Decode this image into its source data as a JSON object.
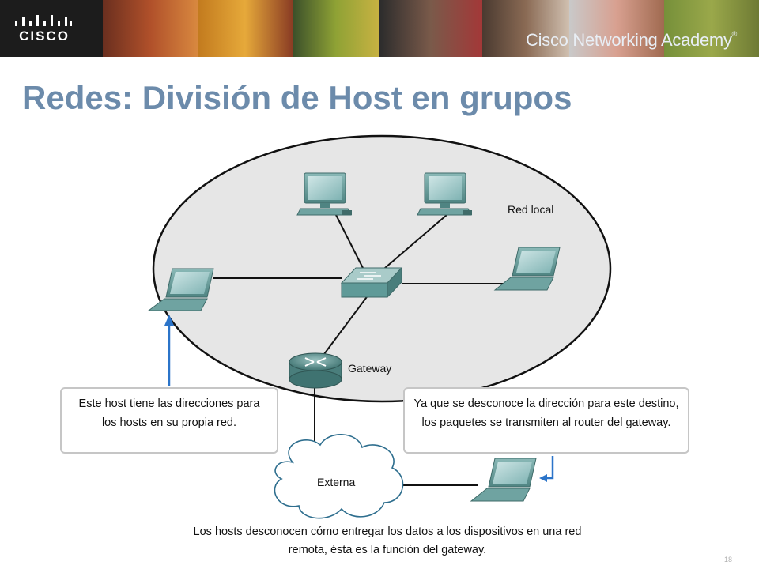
{
  "header": {
    "logo_text": "CISCO",
    "brand_primary": "Cisco ",
    "brand_secondary": "Networking Academy",
    "brand_mark": "®"
  },
  "slide": {
    "title": "Redes: División de Host en grupos",
    "page_number": "18"
  },
  "diagram": {
    "local_network_label": "Red local",
    "gateway_label": "Gateway",
    "external_label": "Externa",
    "callout_left": {
      "line1": "Este host tiene las direcciones para",
      "line2": "los hosts en su propia red."
    },
    "callout_right": {
      "line1": "Ya que se desconoce la dirección para este destino,",
      "line2": "los paquetes se transmiten al router del gateway."
    },
    "caption": {
      "line1": "Los hosts desconocen cómo entregar los datos a los dispositivos en una red",
      "line2": "remota, ésta es la función del gateway."
    }
  },
  "colors": {
    "title": "#6c8bab",
    "arrow": "#2b74c9",
    "device_teal": "#5f9a98",
    "ellipse_fill": "#e6e6e6"
  }
}
